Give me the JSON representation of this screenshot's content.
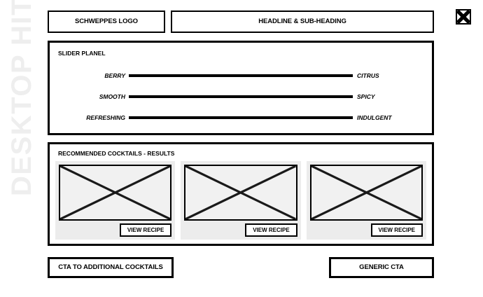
{
  "page": {
    "side_label": "DESKTOP HIT",
    "close_icon": "close-x-box-icon"
  },
  "header": {
    "logo_label": "SCHWEPPES LOGO",
    "headline_label": "HEADLINE & SUB-HEADING"
  },
  "slider_panel": {
    "title": "SLIDER PLANEL",
    "rows": [
      {
        "left_label": "BERRY",
        "right_label": "CITRUS"
      },
      {
        "left_label": "SMOOTH",
        "right_label": "SPICY"
      },
      {
        "left_label": "REFRESHING",
        "right_label": "INDULGENT"
      }
    ]
  },
  "results_panel": {
    "title": "RECOMMENDED COCKTAILS - RESULTS",
    "cards": [
      {
        "image_placeholder": "image-placeholder-x",
        "button_label": "VIEW RECIPE"
      },
      {
        "image_placeholder": "image-placeholder-x",
        "button_label": "VIEW RECIPE"
      },
      {
        "image_placeholder": "image-placeholder-x",
        "button_label": "VIEW RECIPE"
      }
    ]
  },
  "footer": {
    "cta_additional_label": "CTA TO ADDITIONAL COCKTAILS",
    "cta_generic_label": "GENERIC CTA"
  },
  "colors": {
    "stroke": "#000000",
    "card_background": "#ececec",
    "image_background": "#f1f1f1",
    "watermark": "#eeeeee",
    "page_background": "#ffffff"
  }
}
